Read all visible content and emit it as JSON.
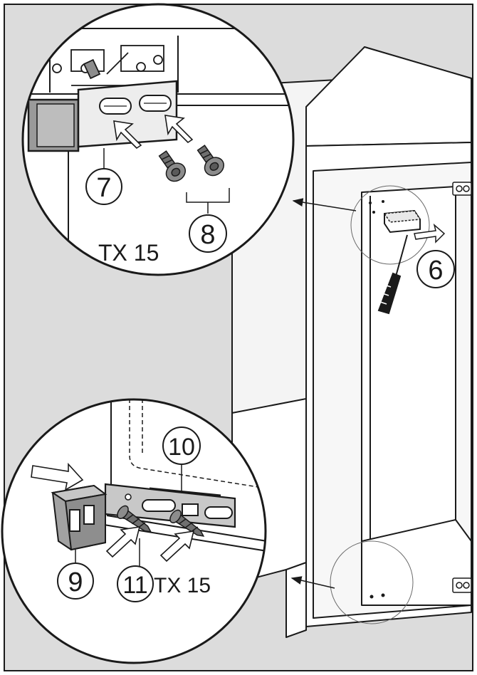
{
  "callouts": {
    "c6": "6",
    "c7": "7",
    "c8": "8",
    "c9": "9",
    "c10": "10",
    "c11": "11"
  },
  "tool_labels": {
    "top": "TX 15",
    "bottom": "TX 15"
  },
  "colors": {
    "background": "#dcdcdc",
    "line": "#1a1a1a",
    "bracket": "#9a9a9a",
    "screw": "#8c8c8c"
  }
}
